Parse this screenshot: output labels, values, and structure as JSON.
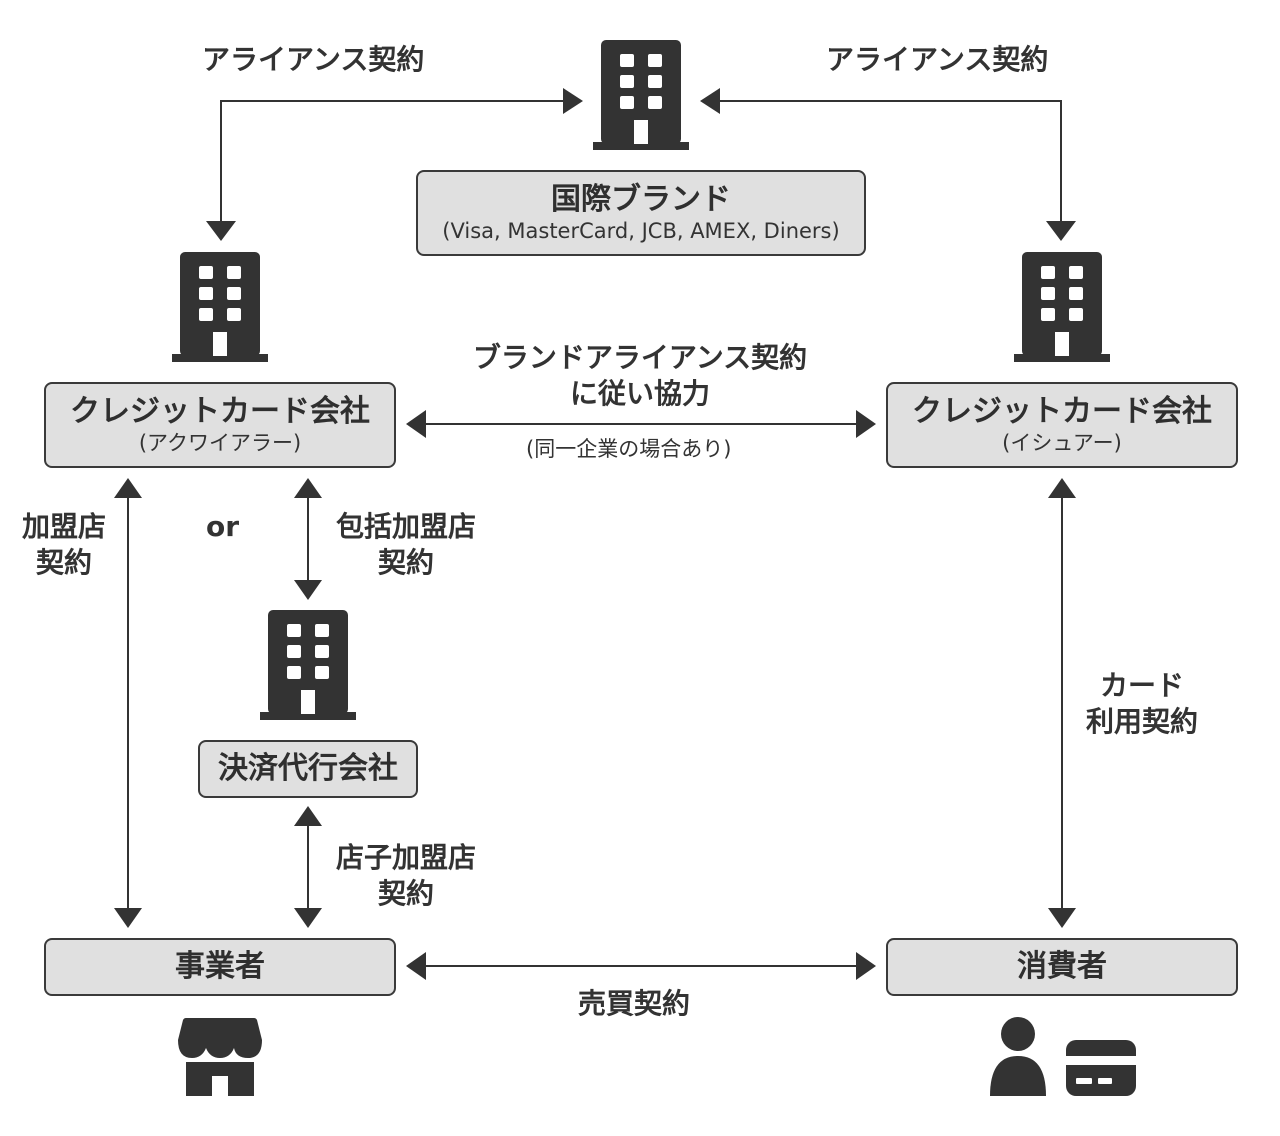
{
  "brand": {
    "title": "国際ブランド",
    "subtitle": "(Visa, MasterCard, JCB, AMEX, Diners)"
  },
  "acquirer": {
    "title": "クレジットカード会社",
    "subtitle": "(アクワイアラー)"
  },
  "issuer": {
    "title": "クレジットカード会社",
    "subtitle": "(イシュアー)"
  },
  "psp": {
    "title": "決済代行会社"
  },
  "merchant": {
    "title": "事業者"
  },
  "consumer": {
    "title": "消費者"
  },
  "labels": {
    "alliance_left": "アライアンス契約",
    "alliance_right": "アライアンス契約",
    "brand_alliance_line1": "ブランドアライアンス契約",
    "brand_alliance_line2": "に従い協力",
    "same_company": "(同一企業の場合あり)",
    "merchant_contract_line1": "加盟店",
    "merchant_contract_line2": "契約",
    "or": "or",
    "comprehensive_line1": "包括加盟店",
    "comprehensive_line2": "契約",
    "sub_merchant_line1": "店子加盟店",
    "sub_merchant_line2": "契約",
    "card_use_line1": "カード",
    "card_use_line2": "利用契約",
    "sales_contract": "売買契約"
  },
  "icons": [
    "building-icon",
    "store-icon",
    "person-icon",
    "credit-card-icon"
  ],
  "colors": {
    "icon": "#333333",
    "box_fill": "#e0e0e0",
    "box_border": "#3a3a3a",
    "line": "#333333"
  }
}
